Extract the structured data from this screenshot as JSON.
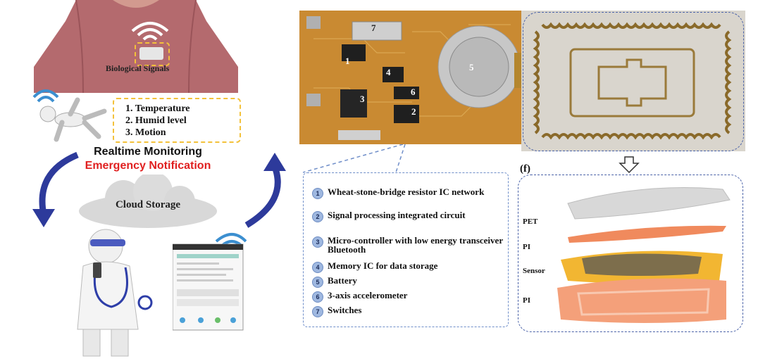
{
  "left_panel": {
    "biological_signals": "Biological Signals",
    "parameters": [
      "1. Temperature",
      "2. Humid level",
      "3. Motion"
    ],
    "realtime_monitoring": "Realtime Monitoring",
    "emergency_notification": "Emergency Notification",
    "cloud_storage": "Cloud Storage"
  },
  "pcb_labels": [
    "1",
    "2",
    "3",
    "4",
    "5",
    "6",
    "7"
  ],
  "legend": {
    "items": [
      {
        "num": "1",
        "text": "Wheat-stone-bridge resistor IC network"
      },
      {
        "num": "2",
        "text": "Signal processing integrated circuit"
      },
      {
        "num": "3",
        "text": "Micro-controller with low energy transceiver Bluetooth"
      },
      {
        "num": "4",
        "text": "Memory IC for data storage"
      },
      {
        "num": "5",
        "text": "Battery"
      },
      {
        "num": "6",
        "text": "3-axis accelerometer"
      },
      {
        "num": "7",
        "text": "Switches"
      }
    ]
  },
  "layers_panel": {
    "panel_label": "(f)",
    "layers": [
      "PET",
      "PI",
      "Sensor",
      "PI"
    ]
  },
  "colors": {
    "arrow_blue": "#2d3a9b",
    "emergency_red": "#e02020",
    "dash_blue": "#4a62a8",
    "params_border": "#f3c13a",
    "pcb_orange": "#c98a32",
    "pi_orange": "#f08a5d",
    "sensor_yellow": "#f2b632",
    "pet_gray": "#c8c8c8"
  }
}
